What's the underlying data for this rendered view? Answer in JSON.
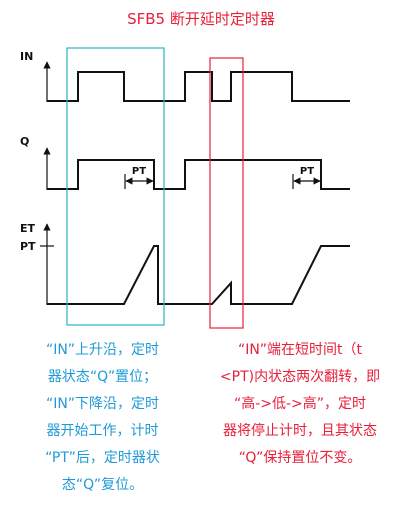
{
  "title": "SFB5 断开延时定时器",
  "signals": {
    "in_label": "IN",
    "q_label": "Q",
    "et_label": "ET",
    "pt_label": "PT"
  },
  "pt_annotations": [
    "PT",
    "PT"
  ],
  "colors": {
    "title": "#e8203a",
    "left_box": "#2bb5c0",
    "right_box": "#e8203a",
    "left_note": "#1e9bd7",
    "right_note": "#e8203a",
    "waveform": "#111111"
  },
  "notes": {
    "left": [
      "“IN”上升沿，定时",
      "器状态“Q”置位；",
      "“IN”下降沿，定时",
      "器开始工作，计时",
      "“PT”后，定时器状",
      "态“Q”复位。"
    ],
    "right": [
      "“IN”端在短时间t（t",
      "<PT)内状态两次翻转，即",
      "“高->低->高”，定时",
      "器将停止计时，且其状态",
      "“Q”保持置位不变。"
    ]
  }
}
